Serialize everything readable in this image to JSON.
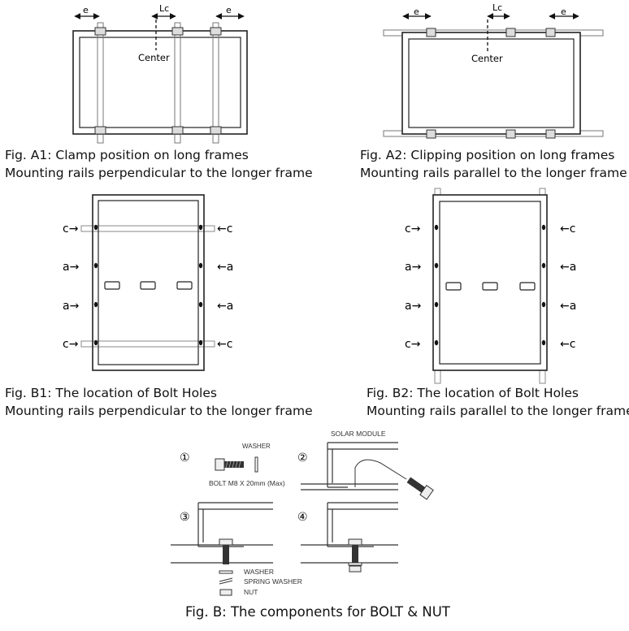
{
  "fig_a1": {
    "e_left": "e",
    "lc": "Lc",
    "e_right": "e",
    "center": "Center",
    "caption_line1": "Fig. A1:  Clamp position on long frames",
    "caption_line2": "Mounting rails perpendicular to the longer frame"
  },
  "fig_a2": {
    "e_left": "e",
    "lc": "Lc",
    "e_right": "e",
    "center": "Center",
    "caption_line1": "Fig. A2: Clipping position on long frames",
    "caption_line2": "Mounting rails parallel to the longer frame"
  },
  "fig_b1": {
    "left_labels": [
      "c→",
      "a→",
      "a→",
      "c→"
    ],
    "right_labels": [
      "←c",
      "←a",
      "←a",
      "←c"
    ],
    "caption_line1": "Fig. B1: The location of Bolt Holes",
    "caption_line2": "Mounting rails perpendicular to the longer frame"
  },
  "fig_b2": {
    "left_labels": [
      "c→",
      "a→",
      "a→",
      "c→"
    ],
    "right_labels": [
      "←c",
      "←a",
      "←a",
      "←c"
    ],
    "caption_line1": "Fig. B2: The location of Bolt Holes",
    "caption_line2": "Mounting rails parallel to the longer frame"
  },
  "fig_b": {
    "step1": "①",
    "step2": "②",
    "step3": "③",
    "step4": "④",
    "washer_top": "WASHER",
    "bolt": "BOLT M8 X 20mm (Max)",
    "solar_module": "SOLAR MODULE",
    "washer": "WASHER",
    "spring_washer": "SPRING WASHER",
    "nut": "NUT",
    "caption": "Fig. B: The components for BOLT & NUT"
  }
}
